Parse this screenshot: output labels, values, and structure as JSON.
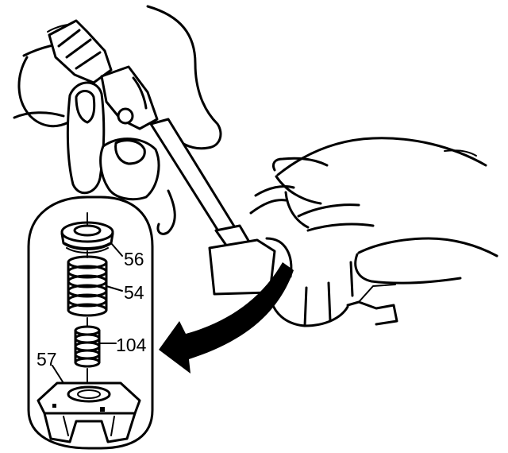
{
  "callouts": {
    "seal": "56",
    "large_spring": "54",
    "small_spring": "104",
    "housing": "57"
  }
}
